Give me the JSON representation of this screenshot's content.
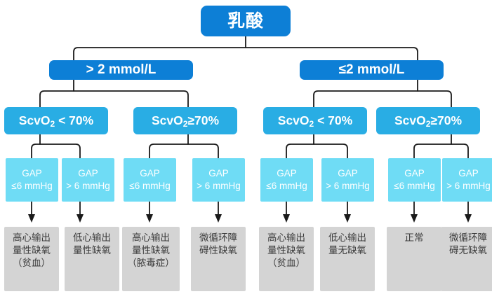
{
  "diagram": {
    "title": "乳酸 decision tree",
    "colors": {
      "root_blue": "#0d7fd6",
      "lactate_blue": "#0d7fd6",
      "scvo2_blue": "#29ade4",
      "gap_cyan": "#6fdcf5",
      "result_gray": "#d4d4d4",
      "result_text": "#3a3a3a",
      "connector": "#1a1a1a",
      "background": "#ffffff"
    },
    "root": {
      "label": "乳酸"
    },
    "lactate_levels": [
      {
        "label": "> 2 mmol/L"
      },
      {
        "label": "≤2 mmol/L"
      }
    ],
    "scvo2_levels": [
      {
        "prefix": "ScvO",
        "sub": "2",
        "suffix": " < 70%"
      },
      {
        "prefix": "ScvO",
        "sub": "2",
        "suffix": "≥70%"
      },
      {
        "prefix": "ScvO",
        "sub": "2",
        "suffix": " < 70%"
      },
      {
        "prefix": "ScvO",
        "sub": "2",
        "suffix": "≥70%"
      }
    ],
    "gap_levels": [
      {
        "line1": "GAP",
        "line2": "≤6 mmHg"
      },
      {
        "line1": "GAP",
        "line2": "> 6 mmHg"
      },
      {
        "line1": "GAP",
        "line2": "≤6 mmHg"
      },
      {
        "line1": "GAP",
        "line2": "> 6 mmHg"
      },
      {
        "line1": "GAP",
        "line2": "≤6 mmHg"
      },
      {
        "line1": "GAP",
        "line2": "> 6 mmHg"
      },
      {
        "line1": "GAP",
        "line2": "≤6 mmHg"
      },
      {
        "line1": "GAP",
        "line2": "> 6 mmHg"
      }
    ],
    "results": [
      {
        "lines": [
          "高心输出",
          "量性缺氧",
          "（贫血）"
        ]
      },
      {
        "lines": [
          "低心输出",
          "量性缺氧"
        ]
      },
      {
        "lines": [
          "高心输出",
          "量性缺氧",
          "（脓毒症）"
        ]
      },
      {
        "lines": [
          "微循环障",
          "碍性缺氧"
        ]
      },
      {
        "lines": [
          "高心输出",
          "量性缺氧",
          "（贫血）"
        ]
      },
      {
        "lines": [
          "低心输出",
          "量无缺氧"
        ]
      },
      {
        "lines": [
          "正常"
        ]
      },
      {
        "lines": [
          "微循环障",
          "碍无缺氧"
        ]
      }
    ]
  }
}
